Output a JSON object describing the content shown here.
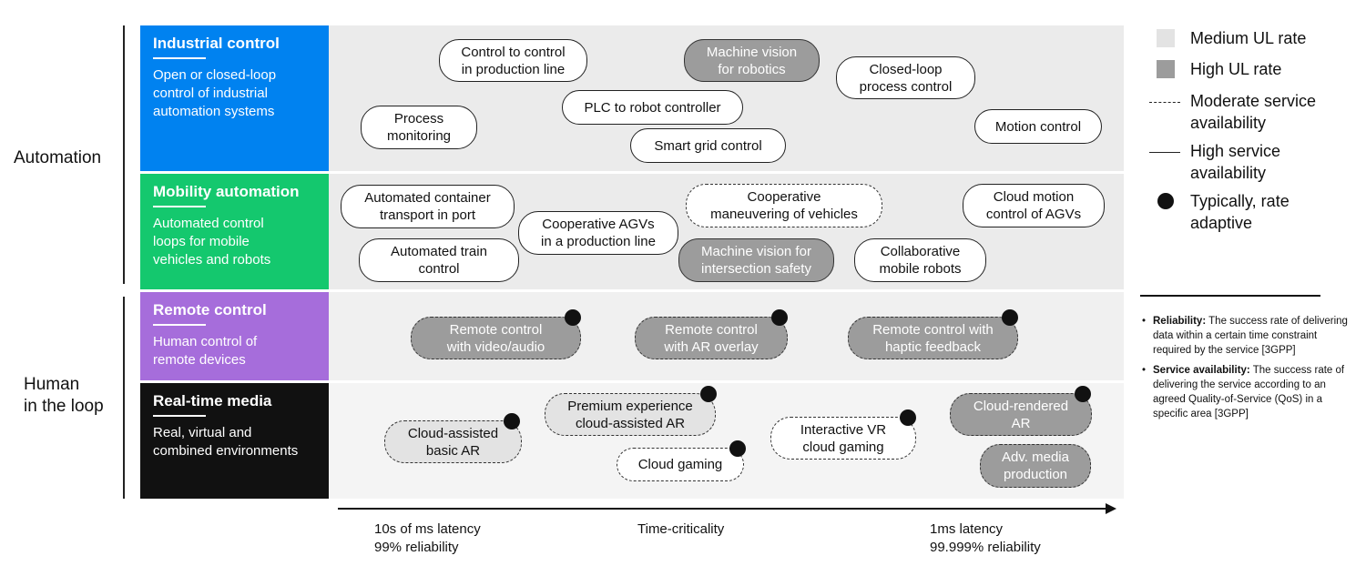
{
  "groups": {
    "automation": "Automation",
    "human_in_loop": "Human\nin the loop"
  },
  "categories": [
    {
      "title": "Industrial control",
      "desc": "Open or closed-loop\ncontrol of industrial\nautomation systems",
      "color": "#0082f0"
    },
    {
      "title": "Mobility automation",
      "desc": "Automated control\nloops for mobile\nvehicles and robots",
      "color": "#14c86e"
    },
    {
      "title": "Remote control",
      "desc": "Human control of\nremote devices",
      "color": "#a66ddb"
    },
    {
      "title": "Real-time media",
      "desc": "Real, virtual and\ncombined environments",
      "color": "#111111"
    }
  ],
  "pills": {
    "industrial": {
      "control_to_control": "Control to control\nin production line",
      "machine_vision_robotics": "Machine vision\nfor robotics",
      "closed_loop": "Closed-loop\nprocess control",
      "plc": "PLC to robot controller",
      "process_monitoring": "Process\nmonitoring",
      "motion_control": "Motion control",
      "smart_grid": "Smart grid control"
    },
    "mobility": {
      "container": "Automated container\ntransport in port",
      "cooperative_maneuvering": "Cooperative\nmaneuvering of vehicles",
      "cloud_motion": "Cloud motion\ncontrol of AGVs",
      "cooperative_agvs": "Cooperative AGVs\nin a production line",
      "train": "Automated train\ncontrol",
      "machine_vision_intersection": "Machine vision for\nintersection safety",
      "collaborative_robots": "Collaborative\nmobile robots"
    },
    "remote": {
      "video_audio": "Remote control\nwith video/audio",
      "ar_overlay": "Remote control\nwith AR overlay",
      "haptic": "Remote control with\nhaptic feedback"
    },
    "media": {
      "premium": "Premium experience\ncloud-assisted AR",
      "cloud_rendered": "Cloud-rendered\nAR",
      "basic_ar": "Cloud-assisted\nbasic AR",
      "interactive_vr": "Interactive VR\ncloud gaming",
      "cloud_gaming": "Cloud gaming",
      "adv_media": "Adv. media\nproduction"
    }
  },
  "axis": {
    "left": "10s of ms latency\n99% reliability",
    "middle": "Time-criticality",
    "right": "1ms latency\n99.999% reliability"
  },
  "legend": {
    "medium_ul": "Medium UL rate",
    "high_ul": "High UL rate",
    "moderate_avail": "Moderate service\navailability",
    "high_avail": "High service\navailability",
    "rate_adaptive": "Typically, rate\nadaptive"
  },
  "notes": {
    "reliability_term": "Reliability:",
    "reliability_text": " The success rate of delivering data within a certain time constraint required by the service [3GPP]",
    "availability_term": "Service availability:",
    "availability_text": " The success rate of delivering the service according to an agreed Quality-of-Service (QoS) in a specific area [3GPP]"
  },
  "colors": {
    "band_light": "#ebebeb",
    "band_lighter": "#f4f4f4",
    "medium_ul": "#e3e3e3",
    "high_ul": "#9c9c9c"
  }
}
